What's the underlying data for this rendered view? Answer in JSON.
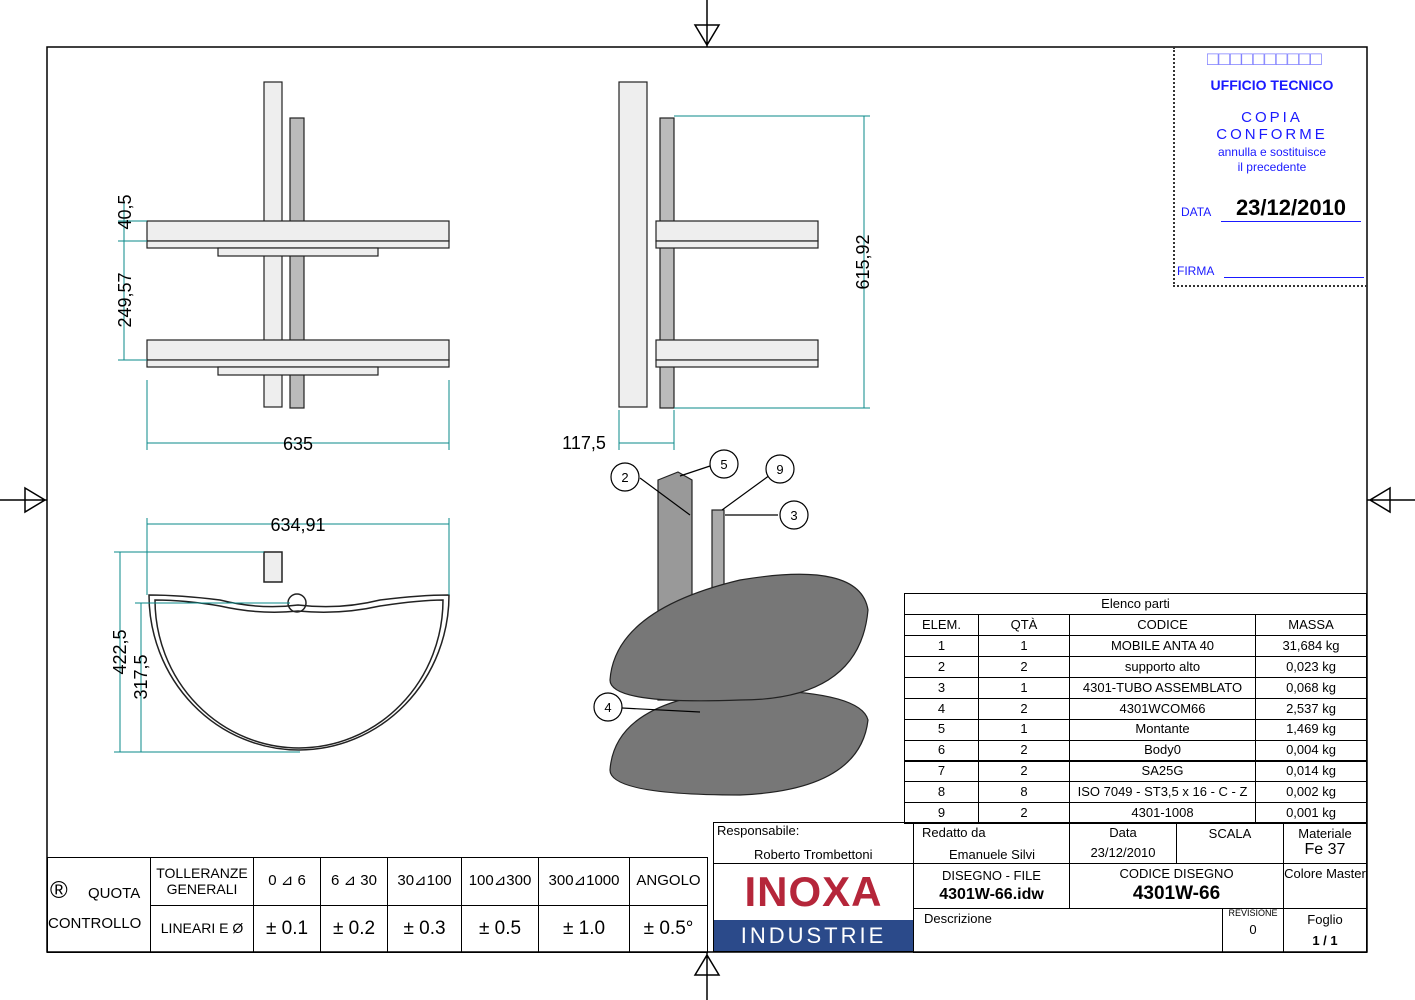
{
  "stamp": {
    "boxes": "□□□□□□□□□□",
    "office": "UFFICIO TECNICO",
    "copia": "COPIA",
    "conforme": "CONFORME",
    "note1": "annulla e sostituisce",
    "note2": "il precedente",
    "data_label": "DATA",
    "data_value": "23/12/2010",
    "firma_label": "FIRMA"
  },
  "dimensions": {
    "d1": "40,5",
    "d2": "249,57",
    "d3": "635",
    "d4": "615,92",
    "d5": "117,5",
    "d6": "634,91",
    "d7": "422,5",
    "d8": "317,5"
  },
  "balloons": [
    "2",
    "5",
    "9",
    "3",
    "4"
  ],
  "parts": {
    "title": "Elenco parti",
    "headers": [
      "ELEM.",
      "QTÀ",
      "CODICE",
      "MASSA"
    ],
    "rows": [
      [
        "1",
        "1",
        "MOBILE ANTA 40",
        "31,684 kg"
      ],
      [
        "2",
        "2",
        "supporto alto",
        "0,023 kg"
      ],
      [
        "3",
        "1",
        "4301-TUBO ASSEMBLATO",
        "0,068 kg"
      ],
      [
        "4",
        "2",
        "4301WCOM66",
        "2,537 kg"
      ],
      [
        "5",
        "1",
        "Montante",
        "1,469 kg"
      ],
      [
        "6",
        "2",
        "Body0",
        "0,004 kg"
      ],
      [
        "7",
        "2",
        "SA25G",
        "0,014 kg"
      ],
      [
        "8",
        "8",
        "ISO 7049 - ST3,5 x 16 - C - Z",
        "0,002 kg"
      ],
      [
        "9",
        "2",
        "4301-1008",
        "0,001 kg"
      ]
    ]
  },
  "tolerance": {
    "registered": "®",
    "quota": "QUOTA",
    "controllo": "CONTROLLO",
    "toll1": "TOLLERANZE",
    "toll2": "GENERALI",
    "lineari": "LINEARI E Ø",
    "ranges": [
      "0 ⊿ 6",
      "6 ⊿ 30",
      "30⊿100",
      "100⊿300",
      "300⊿1000",
      "ANGOLO"
    ],
    "values": [
      "± 0.1",
      "± 0.2",
      "± 0.3",
      "± 0.5",
      "± 1.0",
      "± 0.5°"
    ]
  },
  "titleblock": {
    "responsabile_label": "Responsabile:",
    "responsabile": "Roberto Trombettoni",
    "redatto_label": "Redatto  da",
    "redatto": "Emanuele Silvi",
    "data_label": "Data",
    "data": "23/12/2010",
    "scala_label": "SCALA",
    "materiale_label": "Materiale",
    "materiale": "Fe 37",
    "disegno_label": "DISEGNO - FILE",
    "disegno": "4301W-66.idw",
    "codice_label": "CODICE DISEGNO",
    "codice": "4301W-66",
    "colore_label": "Colore Master",
    "descrizione_label": "Descrizione",
    "revisione_label": "REVISIONE",
    "revisione": "0",
    "foglio_label": "Foglio",
    "foglio": "1 / 1"
  },
  "logo": {
    "top": "INOXA",
    "bottom": "INDUSTRIE",
    "red": "#b5263a",
    "blue": "#2b4a8a"
  },
  "colors": {
    "dimension": "#0a8a8a",
    "stamp": "#1a1aff"
  }
}
